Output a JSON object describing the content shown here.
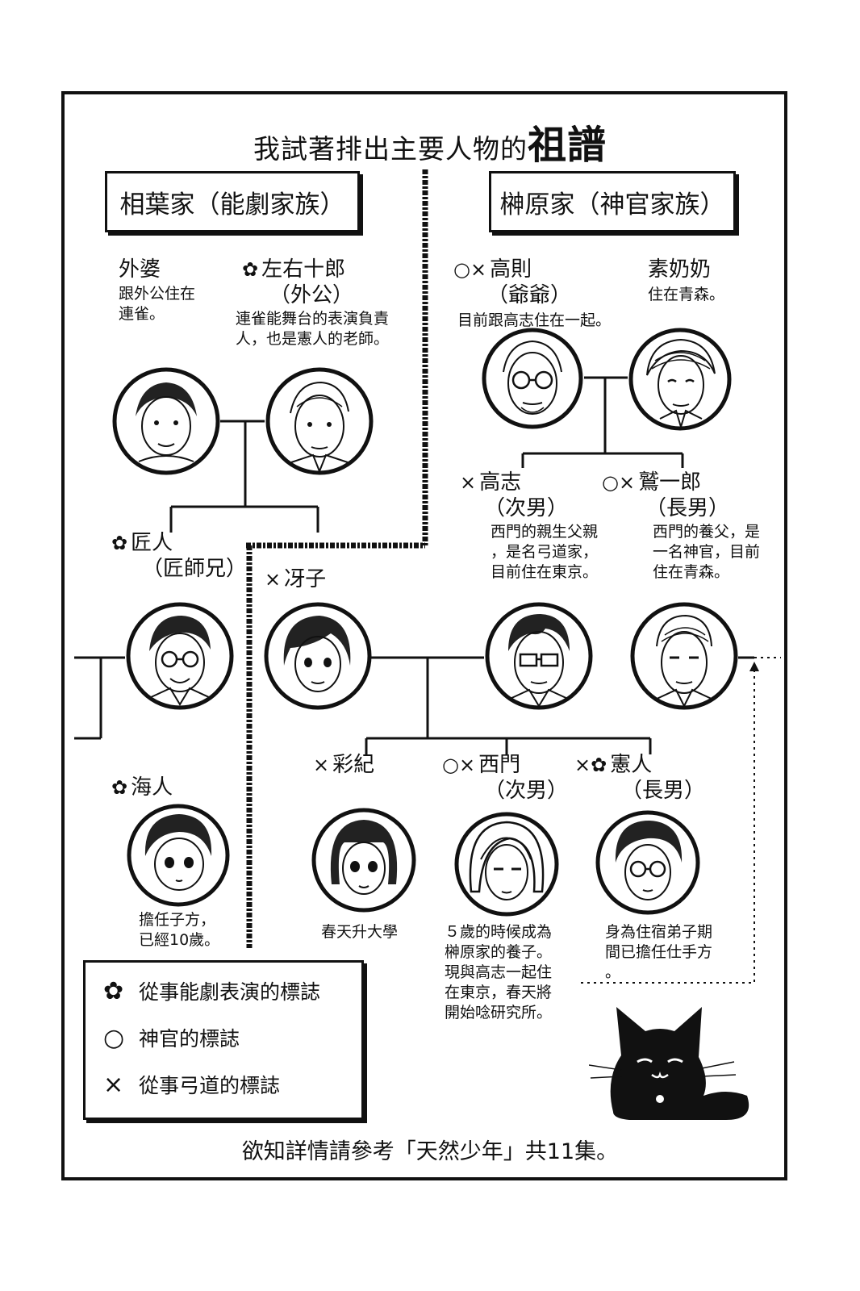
{
  "title": {
    "main": "我試著排出主要人物的",
    "emphasis": "祖譜"
  },
  "families": {
    "aiba": {
      "label": "相葉家（能劇家族）"
    },
    "sakakibara": {
      "label": "榊原家（神官家族）"
    }
  },
  "people": {
    "grandmother": {
      "name": "外婆",
      "note": "跟外公住在\n連雀。"
    },
    "sayujuro": {
      "symbol": "✿",
      "name": "左右十郎",
      "relation": "（外公）",
      "note": "連雀能舞台的表演負責\n人，也是憲人的老師。"
    },
    "takanori": {
      "symbol": "○×",
      "name": "高則",
      "relation": "（爺爺）",
      "note": "目前跟高志住在一起。"
    },
    "grandma_su": {
      "name": "素奶奶",
      "note": "住在青森。"
    },
    "takumi": {
      "symbol": "✿",
      "name": "匠人",
      "relation": "（匠師兄）"
    },
    "saeko": {
      "symbol": "×",
      "name": "冴子"
    },
    "takashi": {
      "symbol": "×",
      "name": "高志",
      "relation": "（次男）",
      "note": "西門的親生父親\n，是名弓道家，\n目前住在東京。"
    },
    "shuichiro": {
      "symbol": "○×",
      "name": "鷲一郎",
      "relation": "（長男）",
      "note": "西門的養父，是\n一名神官，目前\n住在青森。"
    },
    "kaito": {
      "symbol": "✿",
      "name": "海人",
      "note": "擔任子方，\n已經10歲。"
    },
    "ayaki": {
      "symbol": "×",
      "name": "彩紀",
      "note": "春天升大學"
    },
    "saimon": {
      "symbol": "○×",
      "name": "西門",
      "relation": "（次男）",
      "note": "５歲的時候成為\n榊原家的養子。\n現與高志一起住\n在東京，春天將\n開始唸研究所。"
    },
    "kento": {
      "symbol": "×✿",
      "name": "憲人",
      "relation": "（長男）",
      "note": "身為住宿弟子期\n間已擔任仕手方\n。"
    }
  },
  "legend": [
    {
      "symbol": "✿",
      "label": "從事能劇表演的標誌"
    },
    {
      "symbol": "○",
      "label": "神官的標誌"
    },
    {
      "symbol": "×",
      "label": "從事弓道的標誌"
    }
  ],
  "footer": "欲知詳情請參考「天然少年」共11集。"
}
